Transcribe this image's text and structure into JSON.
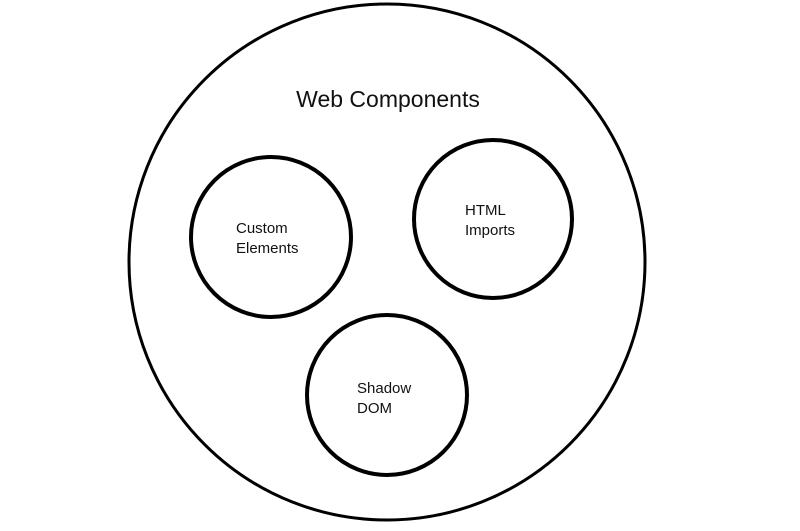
{
  "title": "Web Components",
  "circles": [
    {
      "line1": "Custom",
      "line2": "Elements"
    },
    {
      "line1": "HTML",
      "line2": "Imports"
    },
    {
      "line1": "Shadow",
      "line2": "DOM"
    }
  ]
}
